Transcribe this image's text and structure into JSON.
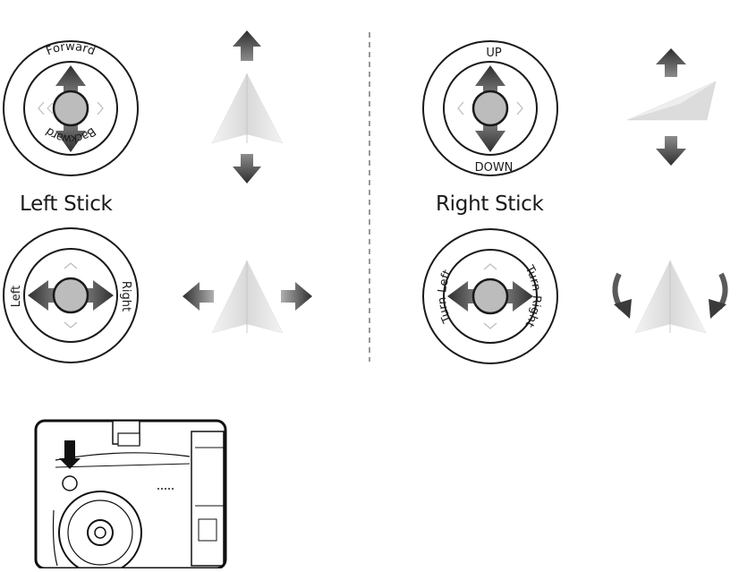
{
  "left_stick": {
    "title": "Left Stick",
    "forward_label": "Forward",
    "backward_label": "Backward",
    "left_label": "Left",
    "right_label": "Right"
  },
  "right_stick": {
    "title": "Right Stick",
    "up_label": "UP",
    "down_label": "DOWN",
    "turn_left_label": "Turn Left",
    "turn_right_label": "Turn Right"
  },
  "colors": {
    "outline": "#1a1a1a",
    "arrow_light": "#8c8c8c",
    "arrow_dark": "#3a3a3a",
    "knob": "#bcbcbc",
    "plane": "#e6e6e6",
    "divider": "#555555"
  }
}
